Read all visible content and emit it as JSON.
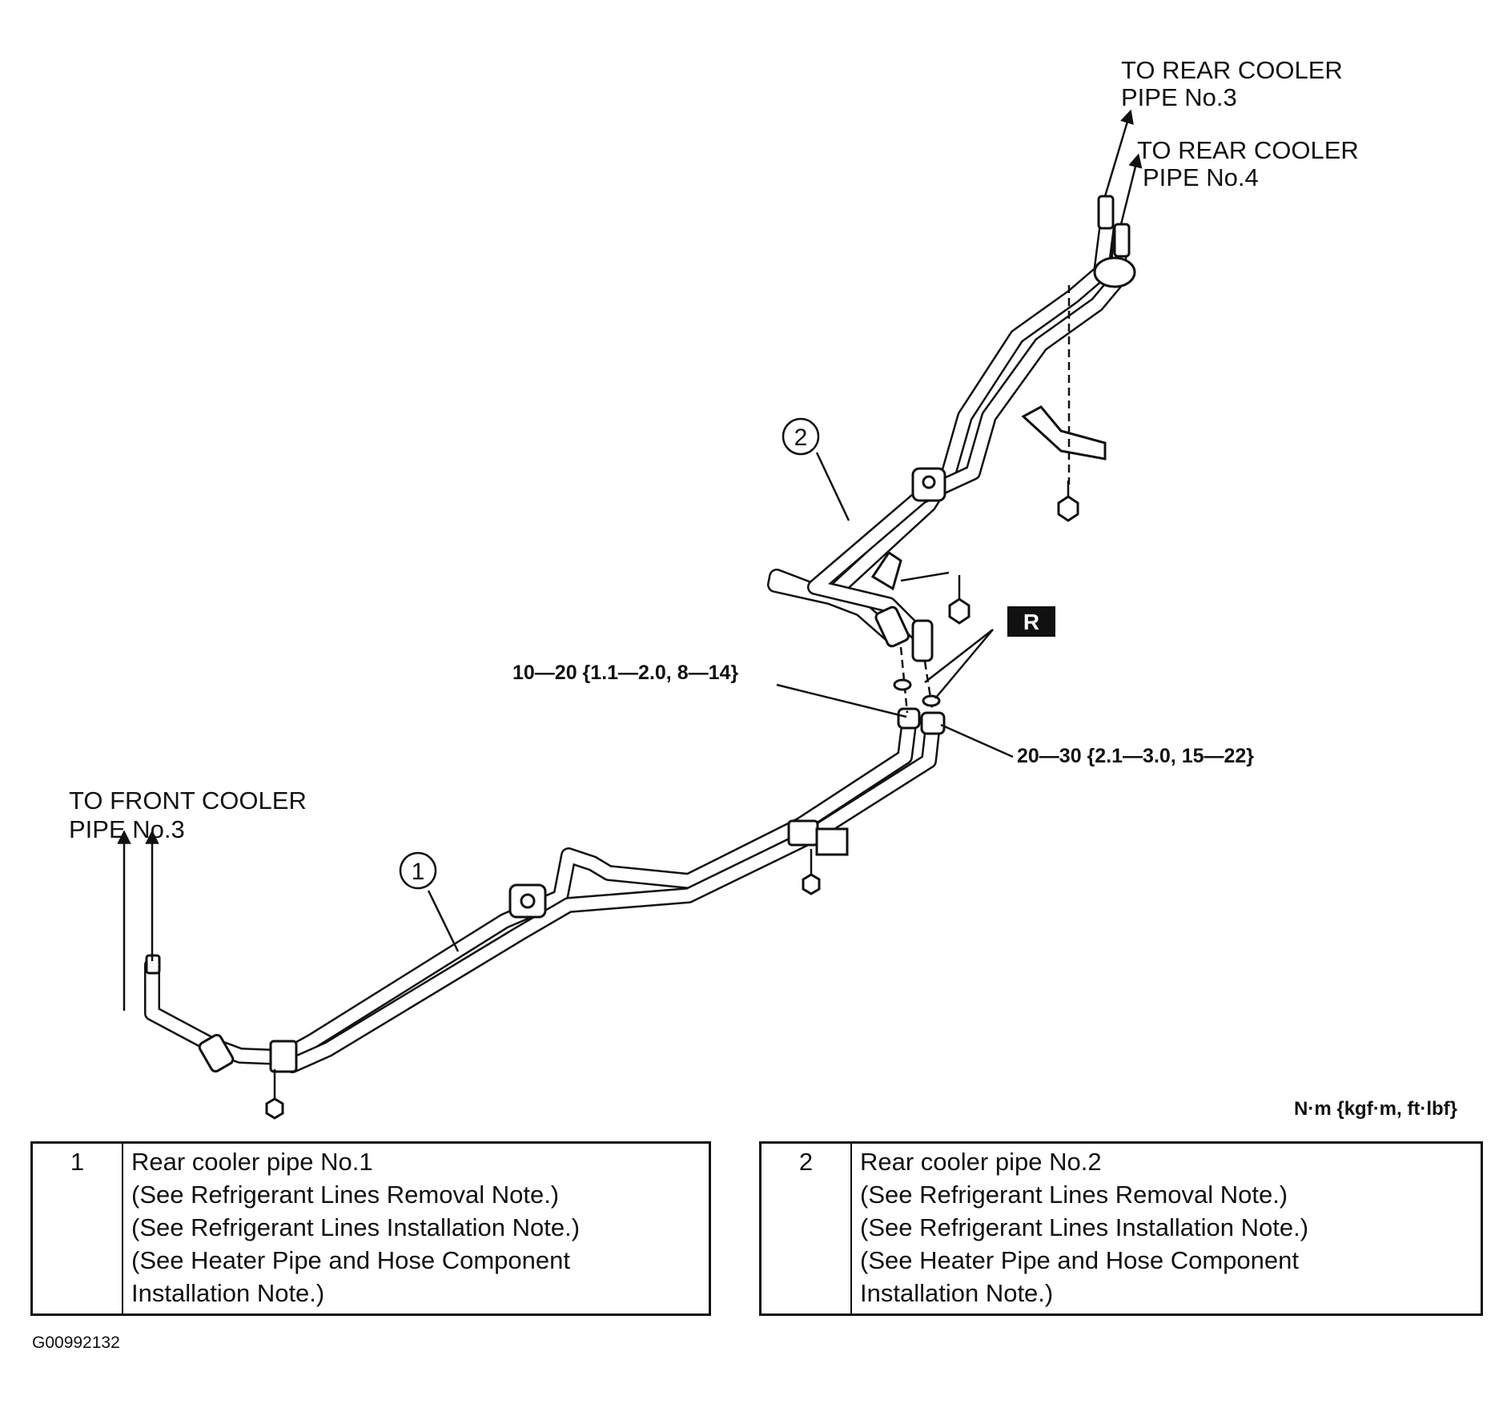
{
  "labels": {
    "rear_pipe3": [
      "TO REAR COOLER",
      "PIPE No.3"
    ],
    "rear_pipe4": [
      "TO REAR COOLER",
      "PIPE No.4"
    ],
    "front_pipe3": [
      "TO FRONT COOLER",
      "PIPE No.3"
    ],
    "callout_1": "1",
    "callout_2": "2",
    "r_badge": "R",
    "torque_1": "10—20 {1.1—2.0, 8—14}",
    "torque_2": "20—30 {2.1—3.0, 15—22}",
    "units": "N·m {kgf·m, ft·lbf}"
  },
  "parts": [
    {
      "no": "1",
      "lines": [
        "Rear cooler pipe No.1",
        "(See Refrigerant Lines Removal Note.)",
        "(See Refrigerant Lines Installation Note.)",
        "(See Heater Pipe and Hose Component",
        "Installation Note.)"
      ]
    },
    {
      "no": "2",
      "lines": [
        "Rear cooler pipe No.2",
        "(See Refrigerant Lines Removal Note.)",
        "(See Refrigerant Lines Installation Note.)",
        "(See Heater Pipe and Hose Component",
        "Installation Note.)"
      ]
    }
  ],
  "figure_code": "G00992132"
}
